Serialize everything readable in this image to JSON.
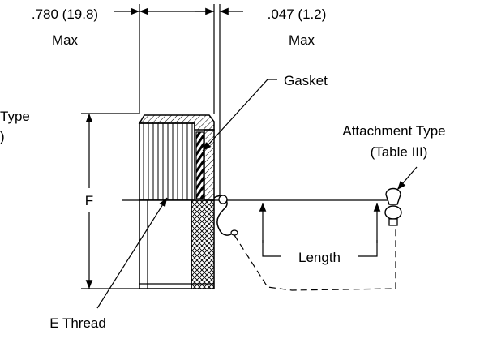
{
  "labels": {
    "dim_left_value": ".780 (19.8)",
    "dim_left_max": "Max",
    "dim_right_value": ".047 (1.2)",
    "dim_right_max": "Max",
    "gasket": "Gasket",
    "type_partial_line1": "Type",
    "type_partial_line2": ")",
    "attachment_line1": "Attachment Type",
    "attachment_line2": "(Table III)",
    "f_label": "F",
    "length_label": "Length",
    "e_thread": "E Thread"
  },
  "colors": {
    "ink": "#000000",
    "background": "#ffffff"
  }
}
